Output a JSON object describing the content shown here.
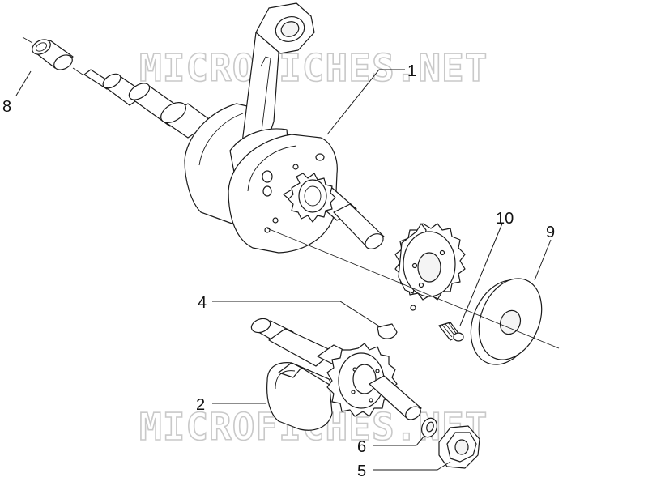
{
  "watermark": {
    "text": "MICROFICHES.NET"
  },
  "callouts": {
    "c1": "1",
    "c2": "2",
    "c4": "4",
    "c5": "5",
    "c6": "6",
    "c8": "8",
    "c9": "9",
    "c10": "10"
  }
}
